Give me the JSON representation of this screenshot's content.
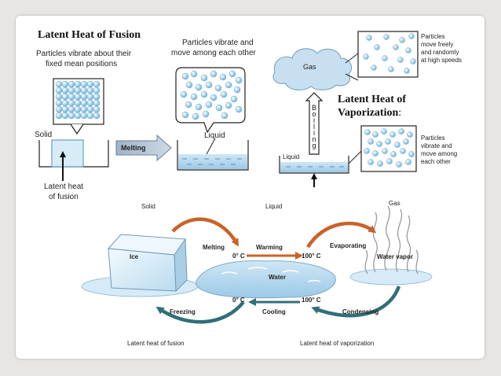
{
  "fusion": {
    "title": "Latent Heat of Fusion",
    "caption_solid_1": "Particles vibrate about their",
    "caption_solid_2": "fixed mean positions",
    "caption_liquid_1": "Particles vibrate and",
    "caption_liquid_2": "move among each other",
    "solid_label": "Solid",
    "melting_label": "Melting",
    "liquid_label": "Liquid",
    "latent_1": "Latent heat",
    "latent_2": "of fusion"
  },
  "vaporization": {
    "title_1": "Latent Heat of",
    "title_2": "Vaporization",
    "title_colon": ":",
    "gas_label": "Gas",
    "gas_caption_1": "Particles",
    "gas_caption_2": "move freely",
    "gas_caption_3": "and randomly",
    "gas_caption_4": "at high speeds",
    "boiling_label": "B\no\ni\nl\ni\nn\ng",
    "liquid_label": "Liquid",
    "liquid_caption_1": "Particles",
    "liquid_caption_2": "vibrate and",
    "liquid_caption_3": "move among",
    "liquid_caption_4": "each other"
  },
  "cycle": {
    "solid": "Solid",
    "liquid": "Liquid",
    "gas": "Gas",
    "ice": "Ice",
    "melting": "Melting",
    "warming": "Warming",
    "evaporating": "Evaporating",
    "temp_0_top": "0° C",
    "temp_100_top": "100° C",
    "water": "Water",
    "water_vapor": "Water vapor",
    "temp_0_bottom": "0° C",
    "temp_100_bottom": "100° C",
    "freezing": "Freezing",
    "cooling": "Cooling",
    "condensing": "Condensing",
    "latent_fusion": "Latent heat of fusion",
    "latent_vaporization": "Latent heat of vaporization"
  },
  "colors": {
    "particle": "#8cc8e6",
    "arrow_orange": "#c9622a",
    "arrow_teal": "#2f6f7a"
  }
}
